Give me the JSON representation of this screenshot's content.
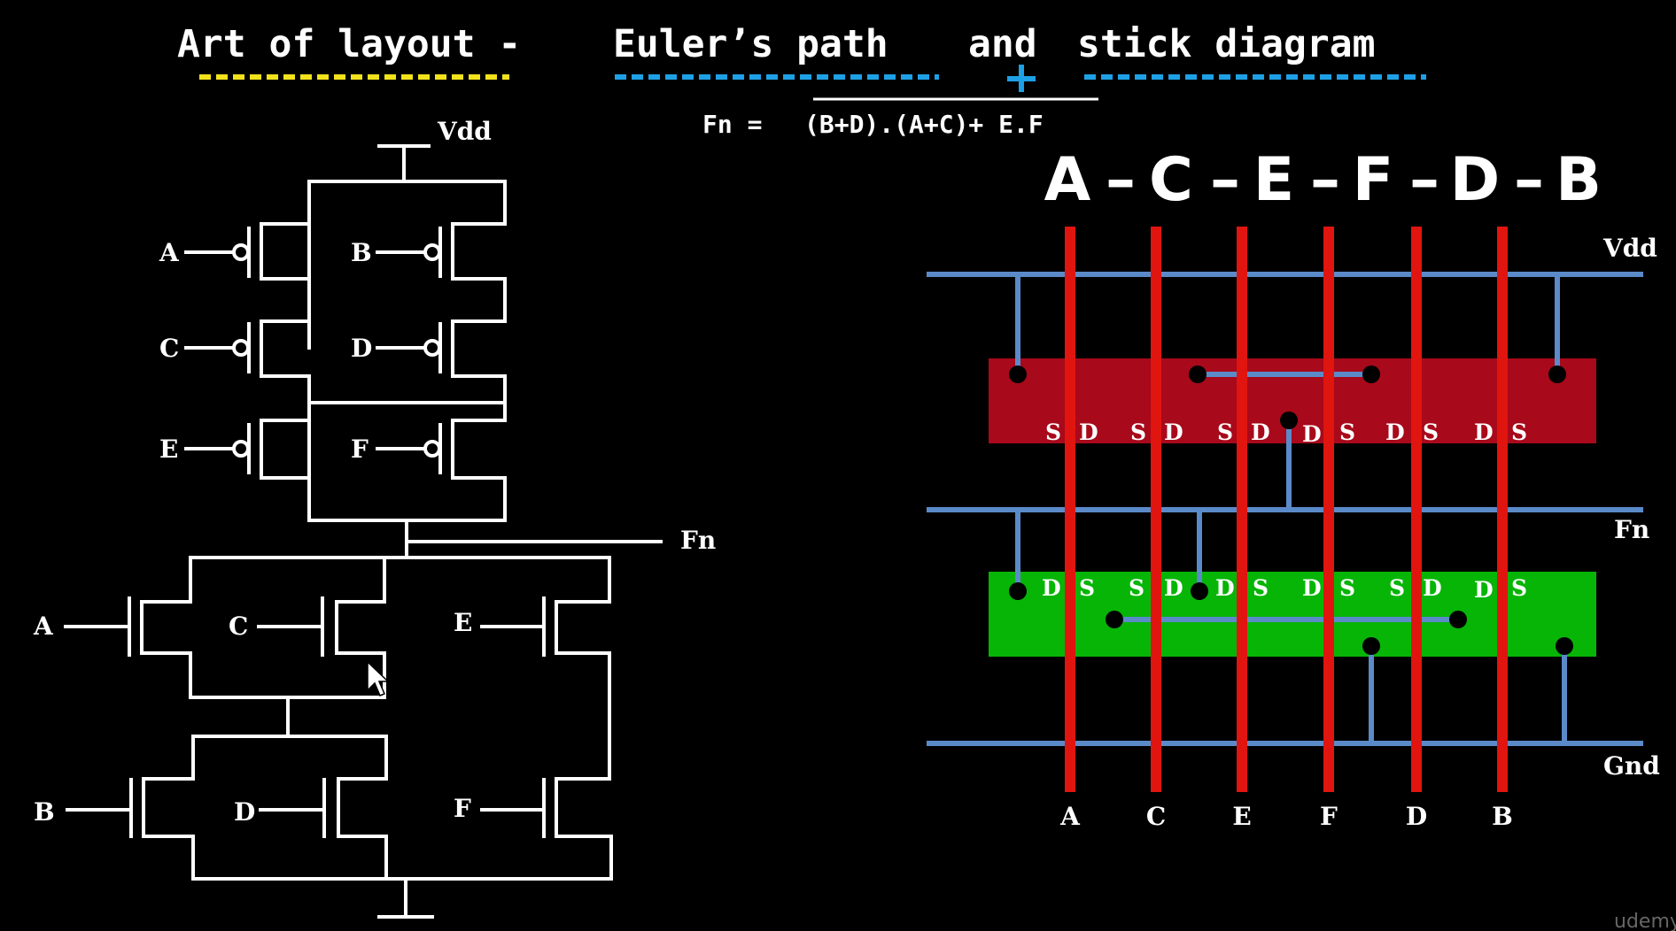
{
  "title": {
    "part1": "Art of layout -",
    "part2": "Euler’s path",
    "part3": "and",
    "part4": "stick diagram"
  },
  "formula": {
    "lhs": "Fn =",
    "rhs": "(B+D).(A+C)+ E.F"
  },
  "sequence": [
    "A",
    "–",
    "C",
    "–",
    "E",
    "–",
    "F",
    "–",
    "D",
    "–",
    "B"
  ],
  "colors": {
    "underline_yellow": "#f2e21b",
    "underline_blue": "#1ea0e6",
    "poly_red": "#e0150f",
    "metal_blue": "#5b8ac9",
    "p_diffusion": "#a8091b",
    "n_diffusion": "#07b507",
    "wire_white": "#ffffff",
    "background": "#000000"
  },
  "schematic": {
    "vdd_label": "Vdd",
    "fn_label": "Fn",
    "pmos_gates": [
      "A",
      "B",
      "C",
      "D",
      "E",
      "F"
    ],
    "nmos_gates": [
      "A",
      "C",
      "E",
      "B",
      "D",
      "F"
    ]
  },
  "stick": {
    "rail_labels": {
      "vdd": "Vdd",
      "fn": "Fn",
      "gnd": "Gnd"
    },
    "columns": [
      "A",
      "C",
      "E",
      "F",
      "D",
      "B"
    ],
    "p_sd": [
      "S",
      "D",
      "S",
      "D",
      "S",
      "D",
      "D",
      "S",
      "D",
      "S",
      "D",
      "S"
    ],
    "n_sd": [
      "D",
      "S",
      "S",
      "D",
      "D",
      "S",
      "D",
      "S",
      "S",
      "D",
      "D",
      "S"
    ]
  },
  "watermark": "udemy"
}
